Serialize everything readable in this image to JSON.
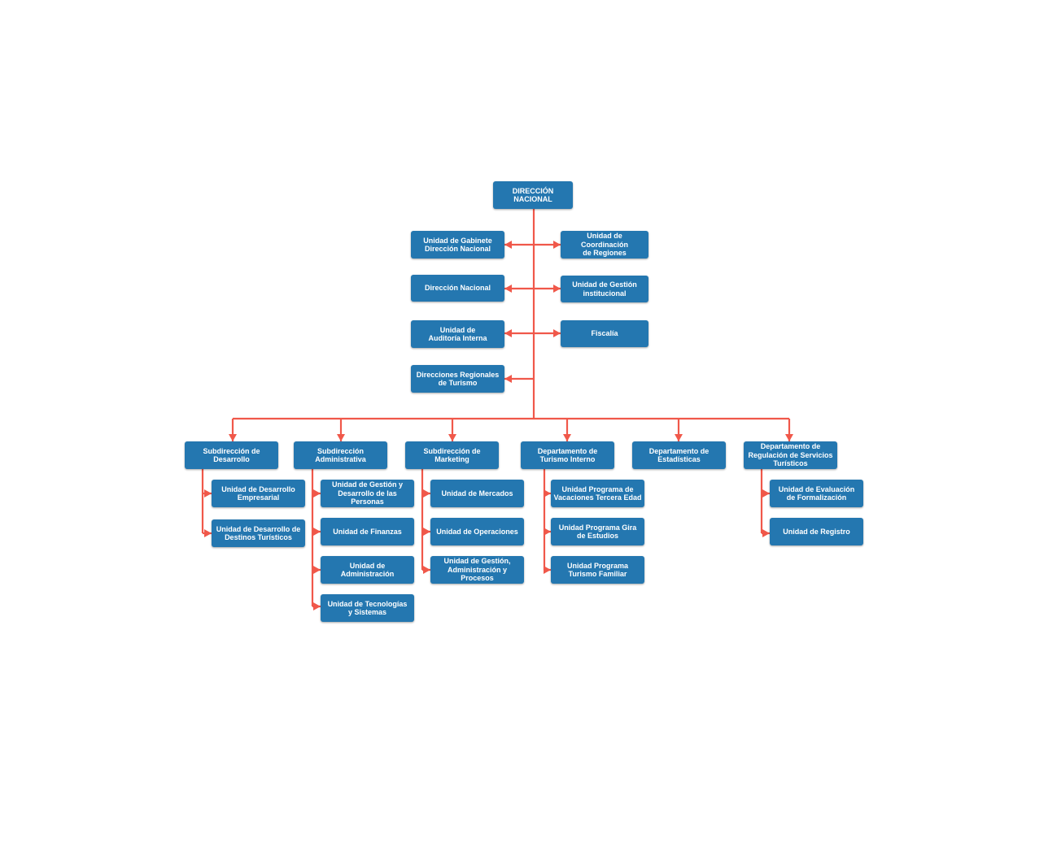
{
  "colors": {
    "box": "#2477b0",
    "text": "#ffffff",
    "connector": "#f0584a"
  },
  "nodes": {
    "dn_top": "DIRECCIÓN\nNACIONAL",
    "gabinete": "Unidad de Gabinete\nDirección Nacional",
    "coord_regiones": "Unidad de Coordinación\nde Regiones",
    "dir_nacional": "Dirección Nacional",
    "gestion_inst": "Unidad de Gestión\ninstitucional",
    "auditoria": "Unidad de\nAuditoría Interna",
    "fiscalia": "Fiscalía",
    "dir_regionales": "Direcciones Regionales\nde Turismo",
    "sub_desarrollo": "Subdirección de\nDesarrollo",
    "sub_admin": "Subdirección\nAdministrativa",
    "sub_marketing": "Subdirección de\nMarketing",
    "dep_turismo": "Departamento de\nTurismo Interno",
    "dep_estad": "Departamento de\nEstadísticas",
    "dep_regul": "Departamento de\nRegulación de Servicios\nTurísticos",
    "u_des_emp": "Unidad de Desarrollo\nEmpresarial",
    "u_des_dest": "Unidad de Desarrollo de\nDestinos Turísticos",
    "u_gest_pers": "Unidad de Gestión y\nDesarrollo de las Personas",
    "u_finanzas": "Unidad de Finanzas",
    "u_admin": "Unidad de\nAdministración",
    "u_tec": "Unidad de Tecnologías\ny Sistemas",
    "u_mercados": "Unidad de Mercados",
    "u_oper": "Unidad de Operaciones",
    "u_gest_adm": "Unidad de Gestión,\nAdministración y Procesos",
    "u_vac": "Unidad  Programa de\nVacaciones Tercera Edad",
    "u_gira": "Unidad Programa Gira\nde Estudios",
    "u_fam": "Unidad Programa\nTurismo Familiar",
    "u_eval": "Unidad de Evaluación\nde Formalización",
    "u_reg": "Unidad de Registro"
  }
}
